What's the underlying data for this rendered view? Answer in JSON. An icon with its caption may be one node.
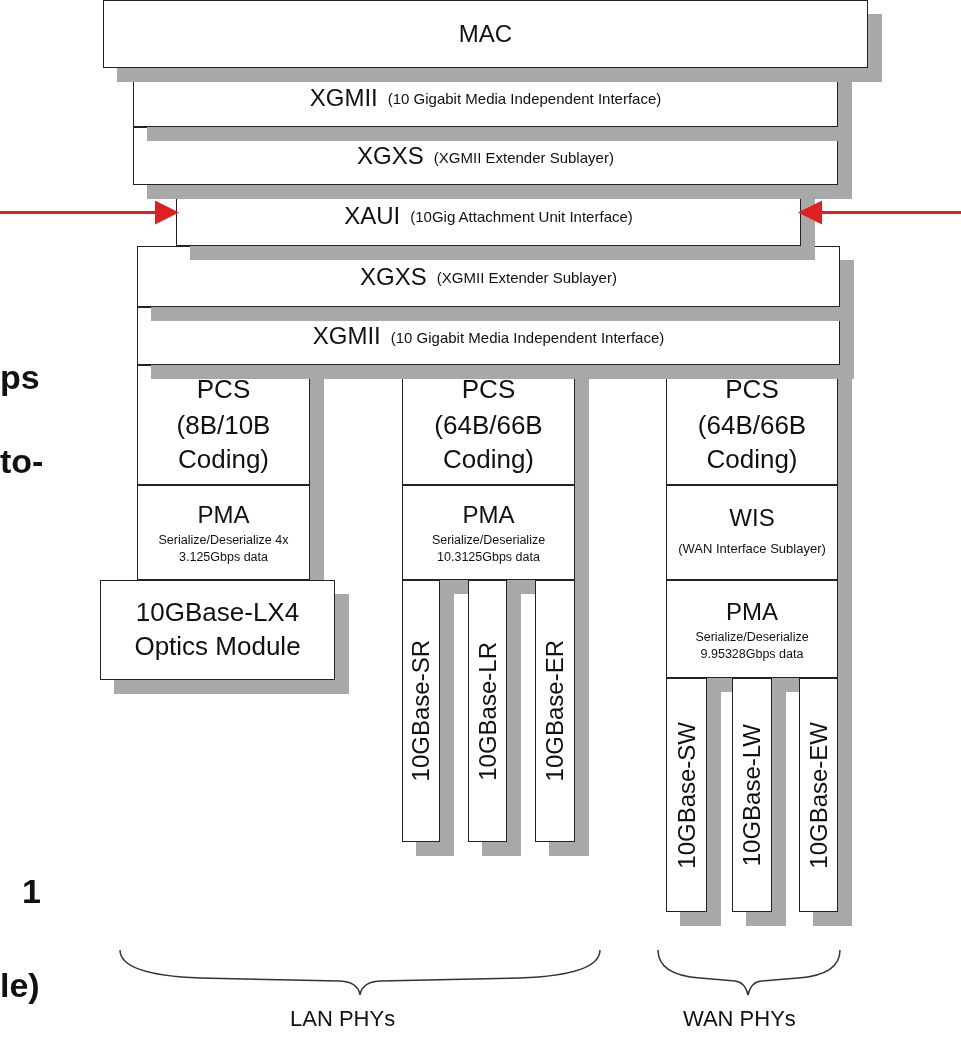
{
  "diagram": {
    "nodes": [
      {
        "text": [
          "MAC"
        ]
      },
      {
        "text": [
          "XGMII",
          "(10 Gigabit Media Independent Interface)"
        ]
      },
      {
        "text": [
          "XGXS",
          "(XGMII Extender Sublayer)"
        ]
      },
      {
        "text": [
          "XAUI",
          "(10Gig Attachment Unit Interface)"
        ]
      },
      {
        "text": [
          "XGXS",
          "(XGMII Extender Sublayer)"
        ]
      },
      {
        "text": [
          "XGMII",
          "(10 Gigabit Media Independent Interface)"
        ]
      },
      {
        "text": [
          "PCS",
          "(8B/10B Coding)"
        ]
      },
      {
        "text": [
          "PMA",
          "Serialize/Deserialize 4x 3.125Gbps data"
        ]
      },
      {
        "text": [
          "10GBase-LX4 Optics Module"
        ]
      },
      {
        "text": [
          "PCS",
          "(64B/66B Coding)"
        ]
      },
      {
        "text": [
          "PMA",
          "Serialize/Deserialize 10.3125Gbps data"
        ]
      },
      {
        "text": [
          "10GBase-SR"
        ]
      },
      {
        "text": [
          "10GBase-LR"
        ]
      },
      {
        "text": [
          "10GBase-ER"
        ]
      },
      {
        "text": [
          "PCS",
          "(64B/66B Coding)"
        ]
      },
      {
        "text": [
          "WIS",
          "(WAN Interface Sublayer)"
        ]
      },
      {
        "text": [
          "PMA",
          "Serialize/Deserialize 9.95328Gbps data"
        ]
      },
      {
        "text": [
          "10GBase-SW"
        ]
      },
      {
        "text": [
          "10GBase-LW"
        ]
      },
      {
        "text": [
          "10GBase-EW"
        ]
      }
    ],
    "edges": [
      {
        "from": null,
        "to": 3,
        "arrow": "to",
        "color": "#e02020"
      },
      {
        "from": null,
        "to": 3,
        "arrow": "to",
        "color": "#e02020"
      }
    ],
    "labels": [
      "ps",
      "to-",
      "1",
      "le)",
      "LAN PHYs",
      "WAN PHYs"
    ]
  }
}
